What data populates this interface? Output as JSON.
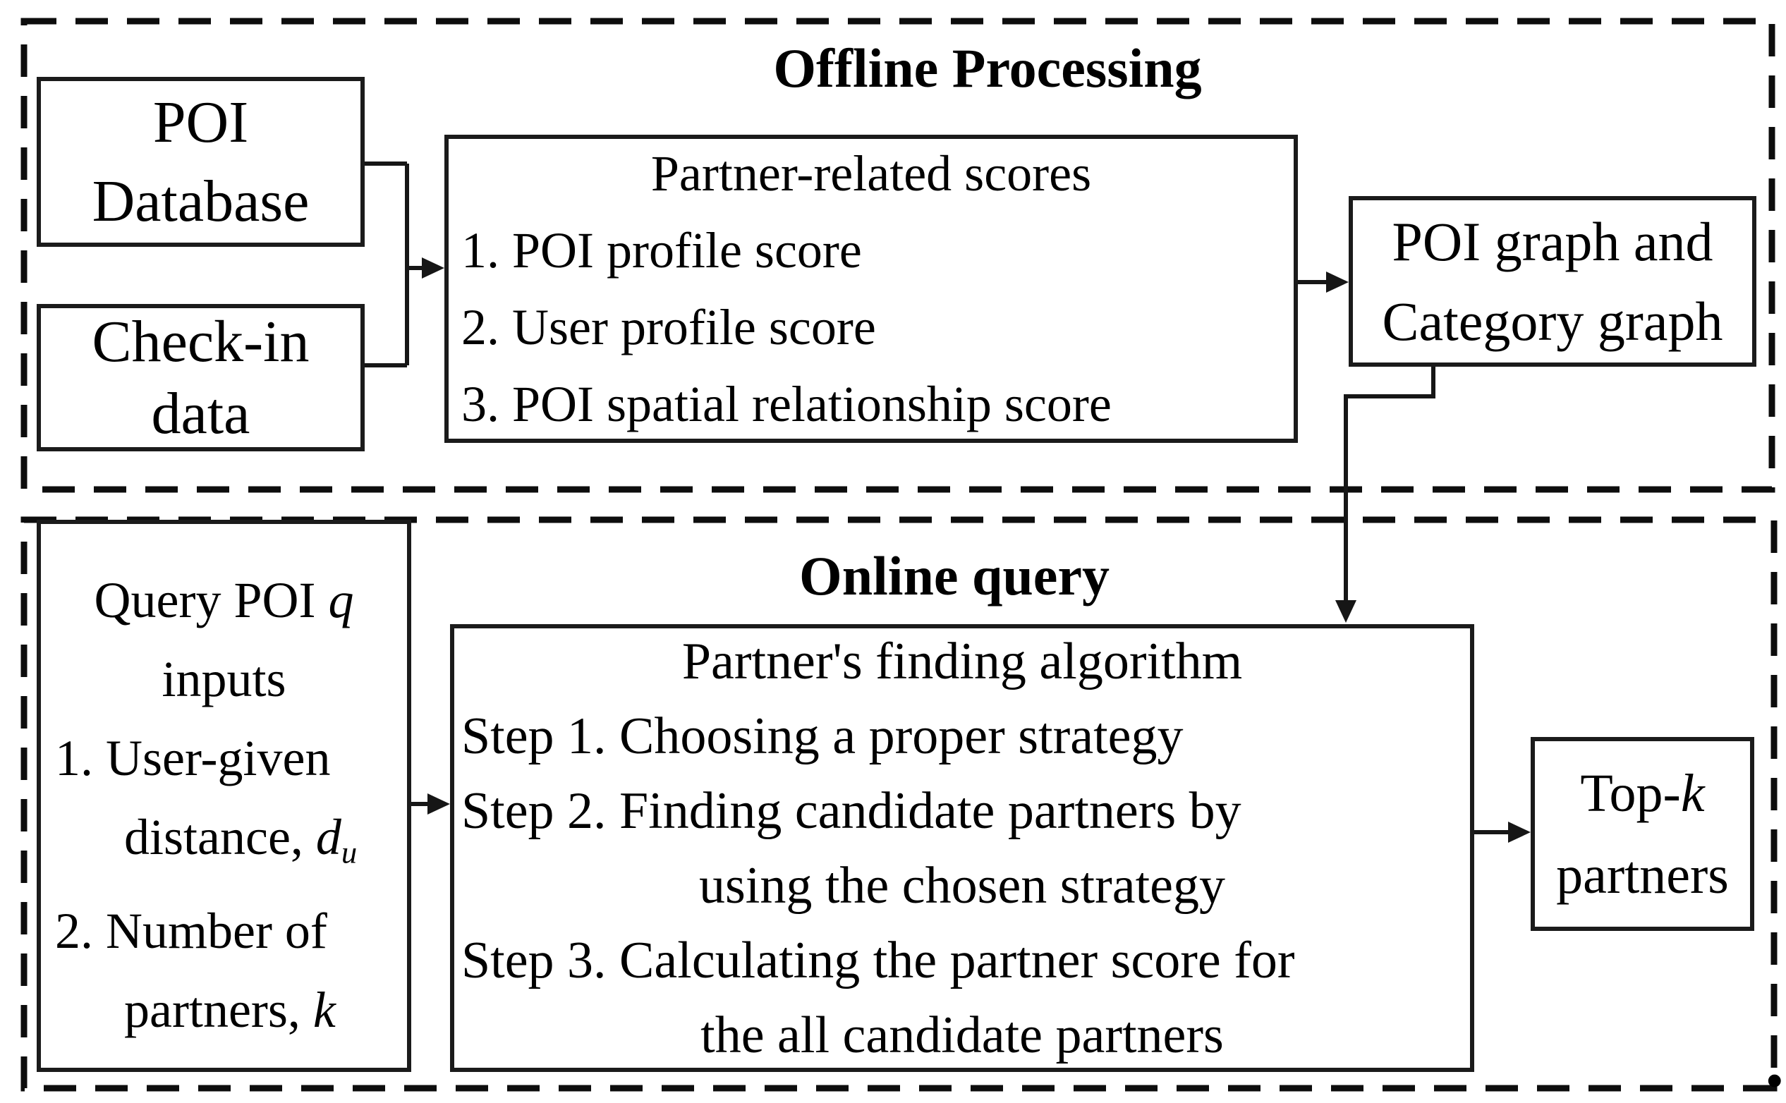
{
  "colors": {
    "ink": "#000000",
    "background": "#ffffff"
  },
  "offline": {
    "title": "Offline Processing",
    "poi_db": {
      "line1": "POI",
      "line2": "Database"
    },
    "checkin": {
      "line1": "Check-in",
      "line2": "data"
    },
    "scores": {
      "title": "Partner-related scores",
      "items": [
        "1. POI profile score",
        "2. User profile score",
        "3. POI spatial relationship score"
      ]
    },
    "graph_box": {
      "line1": "POI graph and",
      "line2": "Category graph"
    }
  },
  "online": {
    "title": "Online query",
    "query_box": {
      "title_prefix": "Query POI ",
      "title_var": "q",
      "title_line2": "inputs",
      "item1_line1": "1. User-given",
      "item1_line2_prefix": "distance, ",
      "item1_var": "d",
      "item1_sub": "u",
      "item2_line1": "2. Number of",
      "item2_line2_prefix": "partners, ",
      "item2_var": "k"
    },
    "algorithm": {
      "title": "Partner's finding algorithm",
      "step1": "Step 1. Choosing a proper strategy",
      "step2_line1": "Step 2. Finding candidate partners by",
      "step2_line2": "using the chosen strategy",
      "step3_line1": "Step 3. Calculating the partner score for",
      "step3_line2": "the all candidate partners"
    },
    "topk": {
      "prefix": "Top-",
      "var": "k",
      "line2": "partners"
    }
  },
  "trailing_period": "."
}
